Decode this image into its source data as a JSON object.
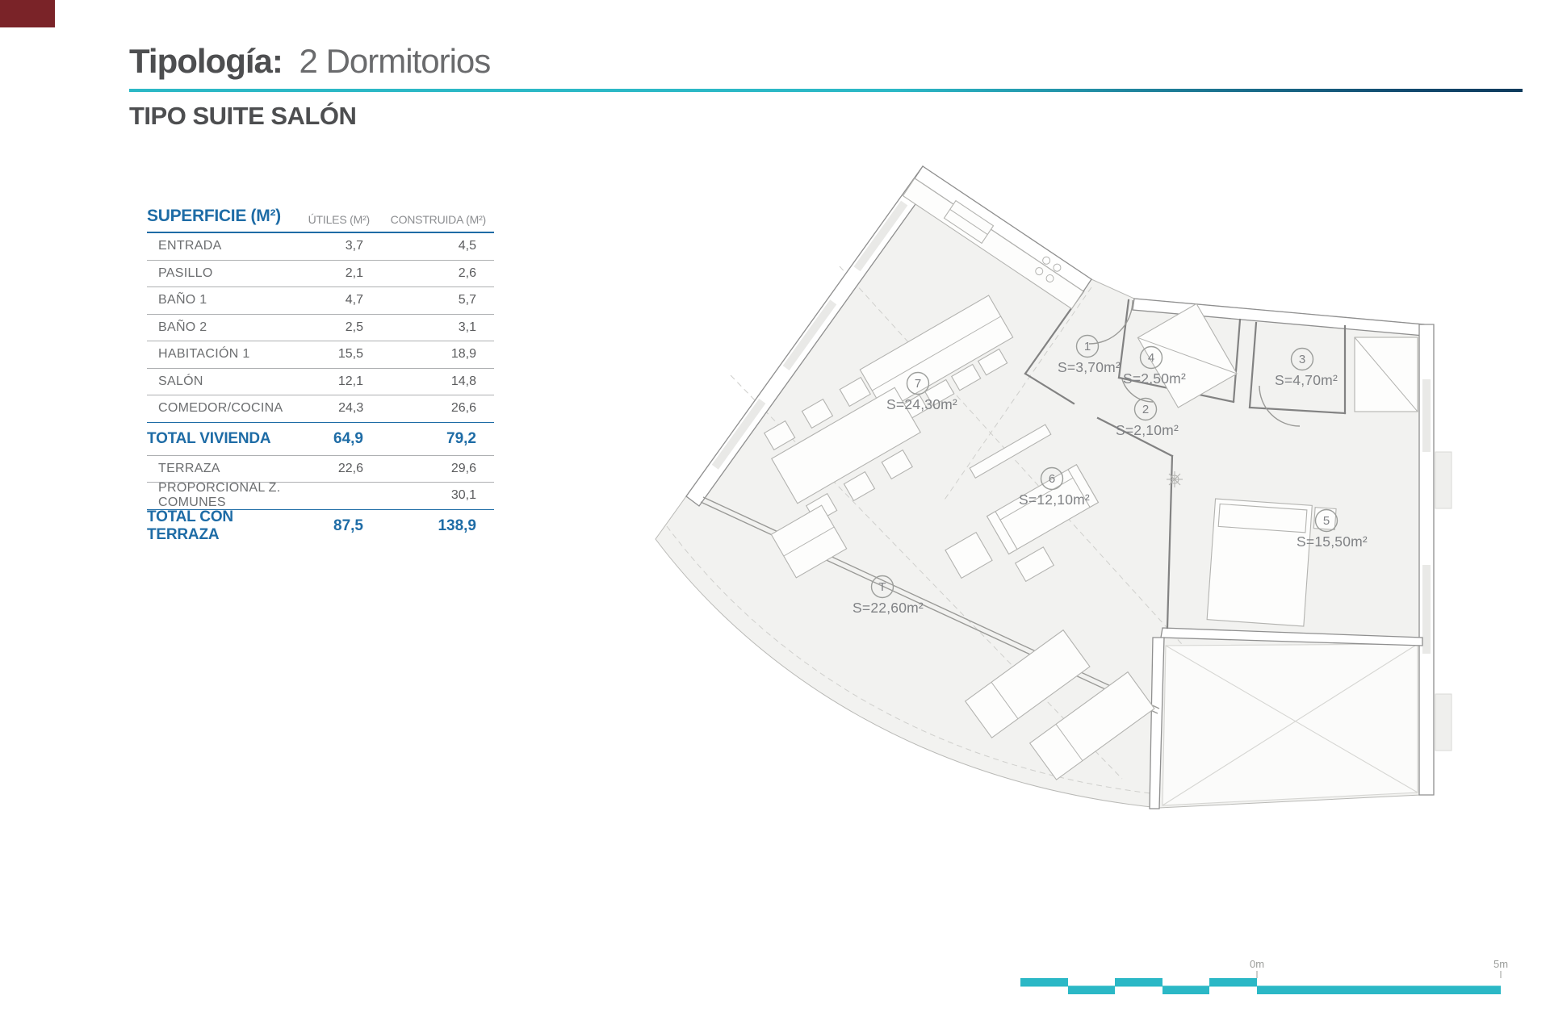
{
  "header": {
    "title_label": "Tipología:",
    "title_value": "2 Dormitorios",
    "subtitle": "TIPO SUITE SALÓN"
  },
  "table": {
    "title": "SUPERFICIE (M²)",
    "columns": {
      "utiles": "ÚTILES (M²)",
      "construida": "CONSTRUIDA (M²)"
    },
    "rows": [
      {
        "label": "ENTRADA",
        "utiles": "3,7",
        "construida": "4,5"
      },
      {
        "label": "PASILLO",
        "utiles": "2,1",
        "construida": "2,6"
      },
      {
        "label": "BAÑO 1",
        "utiles": "4,7",
        "construida": "5,7"
      },
      {
        "label": "BAÑO 2",
        "utiles": "2,5",
        "construida": "3,1"
      },
      {
        "label": "HABITACIÓN 1",
        "utiles": "15,5",
        "construida": "18,9"
      },
      {
        "label": "SALÓN",
        "utiles": "12,1",
        "construida": "14,8"
      },
      {
        "label": "COMEDOR/COCINA",
        "utiles": "24,3",
        "construida": "26,6"
      },
      {
        "label": "TOTAL VIVIENDA",
        "utiles": "64,9",
        "construida": "79,2"
      },
      {
        "label": "TERRAZA",
        "utiles": "22,6",
        "construida": "29,6"
      },
      {
        "label": "PROPORCIONAL Z. COMUNES",
        "utiles": "",
        "construida": "30,1"
      },
      {
        "label": "TOTAL CON TERRAZA",
        "utiles": "87,5",
        "construida": "138,9"
      }
    ]
  },
  "plan": {
    "rooms": [
      {
        "number": "1",
        "area": "S=3,70m²"
      },
      {
        "number": "2",
        "area": "S=2,10m²"
      },
      {
        "number": "3",
        "area": "S=4,70m²"
      },
      {
        "number": "4",
        "area": "S=2,50m²"
      },
      {
        "number": "5",
        "area": "S=15,50m²"
      },
      {
        "number": "6",
        "area": "S=12,10m²"
      },
      {
        "number": "7",
        "area": "S=24,30m²"
      },
      {
        "number": "T",
        "area": "S=22,60m²"
      }
    ],
    "scale": {
      "start_label": "0m",
      "end_label": "5m"
    }
  },
  "colors": {
    "teal": "#2bb8c6",
    "blue": "#1e6ca6",
    "corner_red": "#7a2328"
  }
}
